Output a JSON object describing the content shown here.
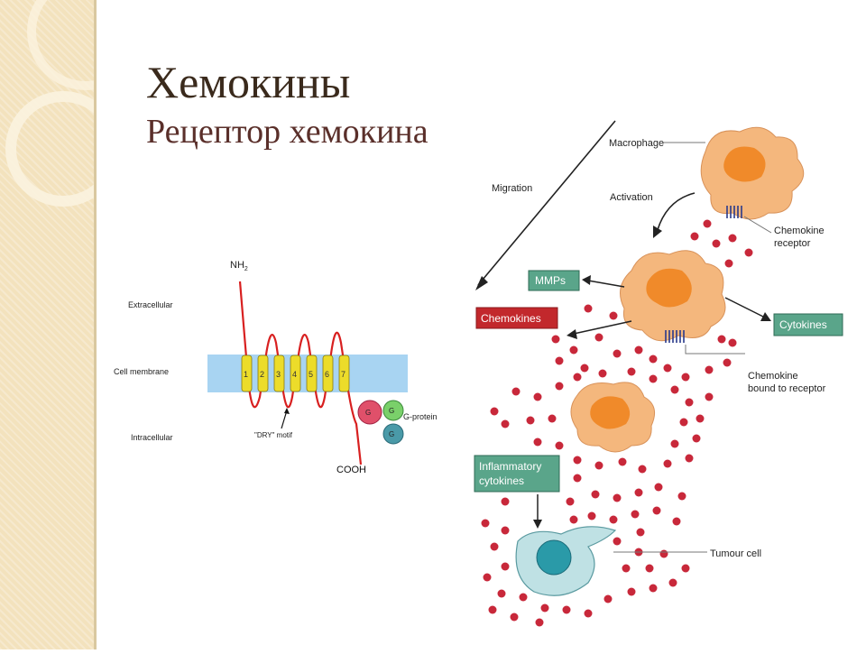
{
  "title": "Хемокины",
  "subtitle": "Рецептор хемокина",
  "receptor": {
    "nh2": "NH",
    "nh2_sub": "2",
    "extracellular": "Extracellular",
    "cell_membrane": "Cell membrane",
    "intracellular": "Intracellular",
    "dry_motif": "\"DRY\" motif",
    "cooh": "COOH",
    "gprotein": "G-protein",
    "g_alpha": "G",
    "g_beta": "G",
    "g_gamma": "G",
    "helices": [
      "1",
      "2",
      "3",
      "4",
      "5",
      "6",
      "7"
    ]
  },
  "pathway": {
    "migration": "Migration",
    "macrophage": "Macrophage",
    "activation": "Activation",
    "chemokine_receptor": [
      "Chemokine",
      "receptor"
    ],
    "mmps": "MMPs",
    "chemokines": "Chemokines",
    "cytokines": "Cytokines",
    "chemokine_bound": [
      "Chemokine",
      "bound to receptor"
    ],
    "inflammatory_cytokines": [
      "Inflammatory",
      "cytokines"
    ],
    "tumour_cell": "Tumour cell"
  },
  "colors": {
    "green_box": "#5aa58a",
    "red_box": "#c2282c",
    "cell_fill": "#f4b77d",
    "nucleus": "#f08a2a",
    "dot": "#c8283a",
    "membrane": "#a8d4f2",
    "helix": "#ecdc2a",
    "chain": "#d82020",
    "tumour": "#bfe1e4"
  }
}
